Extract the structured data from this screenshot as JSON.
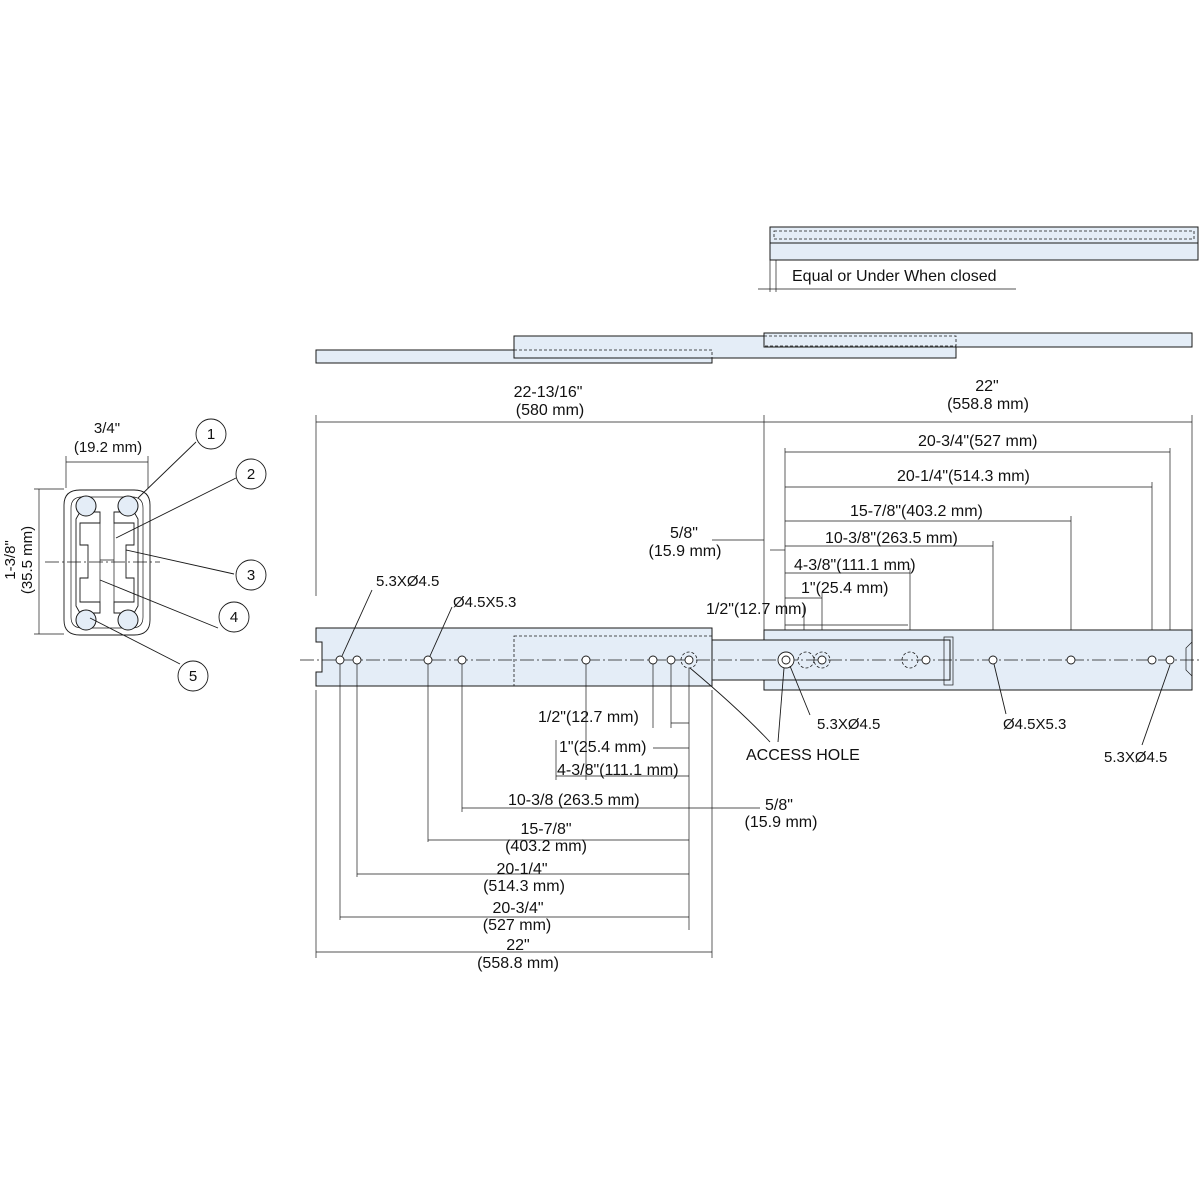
{
  "colors": {
    "rail_fill": "#e4edf7",
    "line": "#1a1a1a",
    "background": "#ffffff"
  },
  "cross_section": {
    "width_in": "3/4\"",
    "width_mm": "(19.2 mm)",
    "height_in": "1-3/8\"",
    "height_mm": "(35.5 mm)",
    "callouts": [
      "1",
      "2",
      "3",
      "4",
      "5"
    ]
  },
  "closed_view": {
    "note": "Equal or Under When closed"
  },
  "extended_view": {
    "total_in": "22-13/16\"",
    "total_mm": "(580 mm)",
    "slide_in": "22\"",
    "slide_mm": "(558.8 mm)"
  },
  "inner_member_dims": {
    "d1": "20-3/4\"(527 mm)",
    "d2": "20-1/4\"(514.3 mm)",
    "d3": "15-7/8\"(403.2 mm)",
    "d4": "10-3/8\"(263.5 mm)",
    "d5": "4-3/8\"(111.1 mm)",
    "d6": "1\"(25.4 mm)",
    "d7": "1/2\"(12.7 mm)",
    "offset_in": "5/8\"",
    "offset_mm": "(15.9 mm)"
  },
  "hole_labels": {
    "slot_a": "5.3XØ4.5",
    "slot_b": "Ø4.5X5.3",
    "slot_c": "5.3XØ4.5",
    "slot_d": "Ø4.5X5.3",
    "slot_e": "5.3XØ4.5",
    "access": "ACCESS HOLE"
  },
  "outer_member_dims": {
    "d7": "1/2\"(12.7 mm)",
    "d6": "1\"(25.4 mm)",
    "d5": "4-3/8\"(111.1 mm)",
    "d4": "10-3/8  (263.5 mm)",
    "offset_in": "5/8\"",
    "offset_mm": "(15.9 mm)",
    "d3_in": "15-7/8\"",
    "d3_mm": "(403.2 mm)",
    "d2_in": "20-1/4\"",
    "d2_mm": "(514.3 mm)",
    "d1_in": "20-3/4\"",
    "d1_mm": "(527 mm)",
    "total_in": "22\"",
    "total_mm": "(558.8 mm)"
  }
}
